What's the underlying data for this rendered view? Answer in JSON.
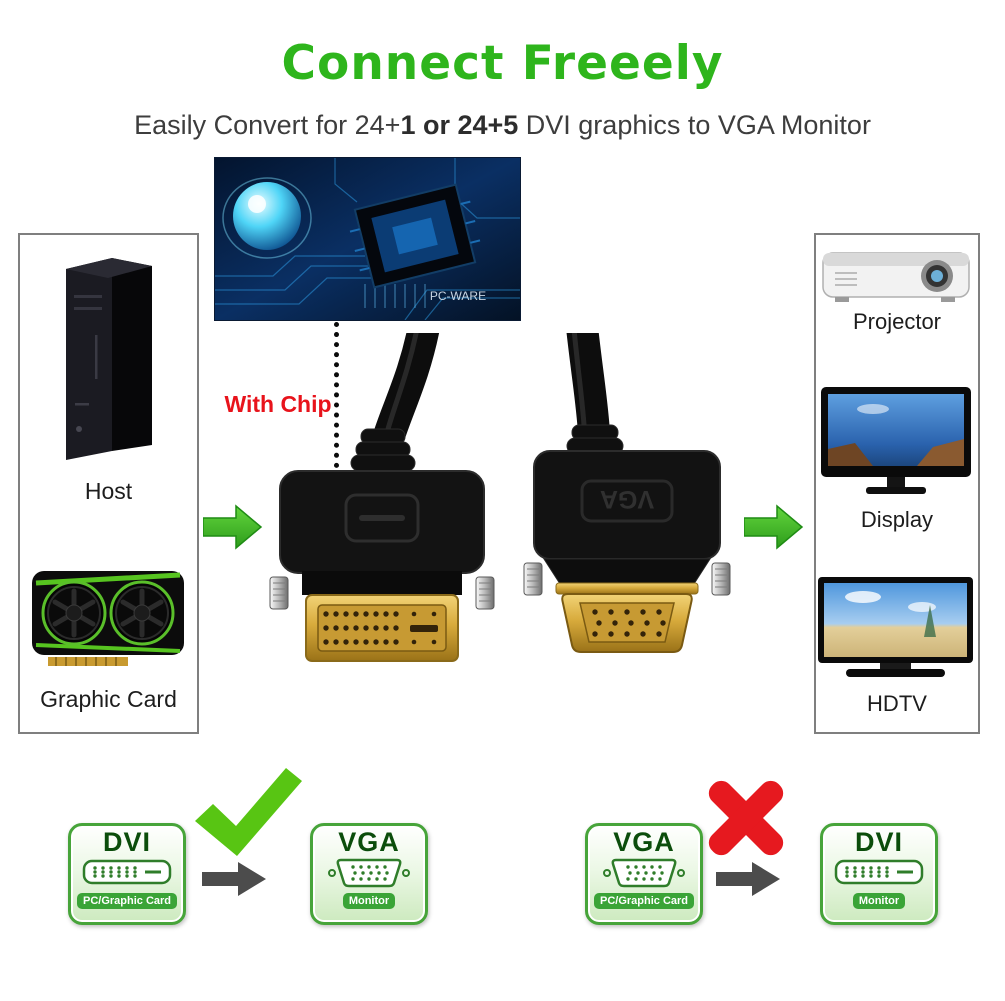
{
  "header": {
    "title": "Connect Freeely",
    "subtitle_pre": "Easily Convert for 24+",
    "subtitle_bold": "1 or 24+5",
    "subtitle_post": " DVI graphics to VGA Monitor"
  },
  "chip": {
    "label": "With Chip",
    "watermark": "PC-WARE"
  },
  "source_panel": {
    "host": "Host",
    "graphic_card": "Graphic Card"
  },
  "output_panel": {
    "projector": "Projector",
    "display": "Display",
    "hdtv": "HDTV"
  },
  "cable": {
    "vga_marking": "VGA"
  },
  "compatibility": {
    "correct": {
      "from": "DVI",
      "from_sub": "PC/Graphic Card",
      "to": "VGA",
      "to_sub": "Monitor"
    },
    "wrong": {
      "from": "VGA",
      "from_sub": "PC/Graphic Card",
      "to": "DVI",
      "to_sub": "Monitor"
    }
  },
  "colors": {
    "title_green": "#2eb51c",
    "arrow_green": "#3eb92a",
    "accent_red": "#e8131b",
    "box_border_green": "#47a43a",
    "pill_green": "#3aa437",
    "gold": "#d8ab3c"
  }
}
